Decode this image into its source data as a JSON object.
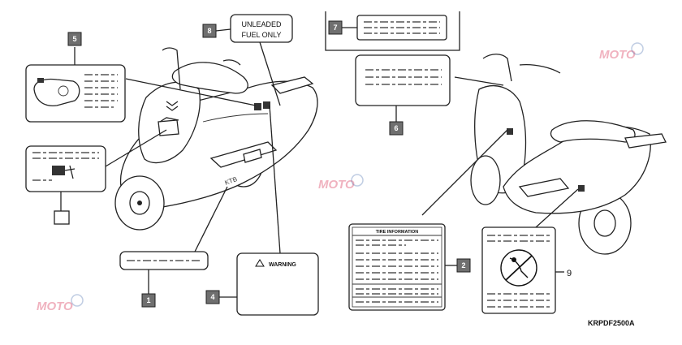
{
  "fuel_label": {
    "line1": "UNLEADED",
    "line2": "FUEL ONLY"
  },
  "warning_label": {
    "text": "WARNING"
  },
  "tire_label": {
    "title": "TIRE INFORMATION"
  },
  "callouts": [
    "5",
    "8",
    "7",
    "6",
    "2",
    "1",
    "4",
    "9"
  ],
  "part_code": "KRPDF2500A",
  "watermark": "MOTO"
}
